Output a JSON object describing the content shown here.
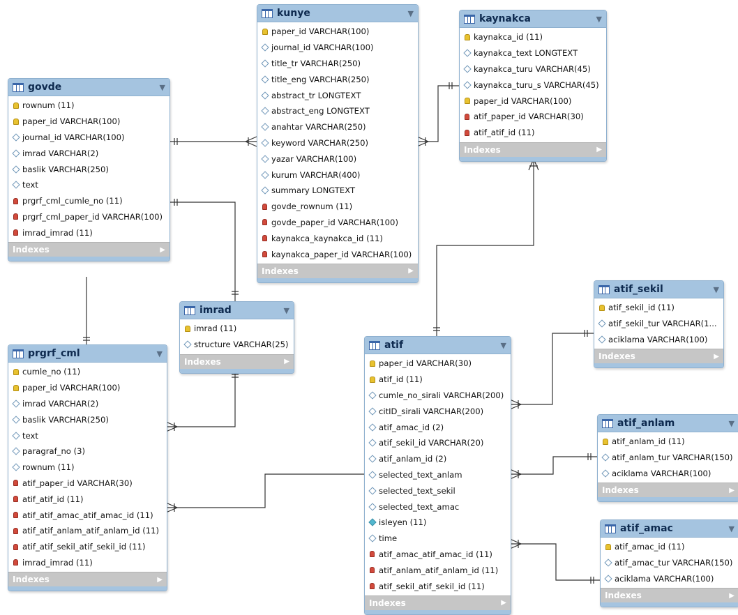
{
  "indexes_label": "Indexes",
  "tables": [
    {
      "name": "kunye",
      "columns": [
        {
          "text": "paper_id VARCHAR(100)",
          "icon": "pk"
        },
        {
          "text": "journal_id VARCHAR(100)",
          "icon": "col"
        },
        {
          "text": "title_tr VARCHAR(250)",
          "icon": "col"
        },
        {
          "text": "title_eng VARCHAR(250)",
          "icon": "col"
        },
        {
          "text": "abstract_tr LONGTEXT",
          "icon": "col"
        },
        {
          "text": "abstract_eng LONGTEXT",
          "icon": "col"
        },
        {
          "text": "anahtar VARCHAR(250)",
          "icon": "col"
        },
        {
          "text": "keyword VARCHAR(250)",
          "icon": "col"
        },
        {
          "text": "yazar VARCHAR(100)",
          "icon": "col"
        },
        {
          "text": "kurum VARCHAR(400)",
          "icon": "col"
        },
        {
          "text": "summary LONGTEXT",
          "icon": "col"
        },
        {
          "text": "govde_rownum (11)",
          "icon": "fk"
        },
        {
          "text": "govde_paper_id VARCHAR(100)",
          "icon": "fk"
        },
        {
          "text": "kaynakca_kaynakca_id (11)",
          "icon": "fk"
        },
        {
          "text": "kaynakca_paper_id VARCHAR(100)",
          "icon": "fk"
        }
      ]
    },
    {
      "name": "kaynakca",
      "columns": [
        {
          "text": "kaynakca_id (11)",
          "icon": "pk"
        },
        {
          "text": "kaynakca_text LONGTEXT",
          "icon": "col"
        },
        {
          "text": "kaynakca_turu VARCHAR(45)",
          "icon": "col"
        },
        {
          "text": "kaynakca_turu_s VARCHAR(45)",
          "icon": "col"
        },
        {
          "text": "paper_id VARCHAR(100)",
          "icon": "pk"
        },
        {
          "text": "atif_paper_id VARCHAR(30)",
          "icon": "fk"
        },
        {
          "text": "atif_atif_id (11)",
          "icon": "fk"
        }
      ]
    },
    {
      "name": "govde",
      "columns": [
        {
          "text": "rownum (11)",
          "icon": "pk"
        },
        {
          "text": "paper_id VARCHAR(100)",
          "icon": "pk"
        },
        {
          "text": "journal_id VARCHAR(100)",
          "icon": "col"
        },
        {
          "text": "imrad VARCHAR(2)",
          "icon": "col"
        },
        {
          "text": "baslik VARCHAR(250)",
          "icon": "col"
        },
        {
          "text": "text",
          "icon": "col"
        },
        {
          "text": "prgrf_cml_cumle_no (11)",
          "icon": "fk"
        },
        {
          "text": "prgrf_cml_paper_id VARCHAR(100)",
          "icon": "fk"
        },
        {
          "text": "imrad_imrad (11)",
          "icon": "fk"
        }
      ]
    },
    {
      "name": "imrad",
      "columns": [
        {
          "text": "imrad (11)",
          "icon": "pk"
        },
        {
          "text": "structure VARCHAR(25)",
          "icon": "col"
        }
      ]
    },
    {
      "name": "prgrf_cml",
      "columns": [
        {
          "text": "cumle_no (11)",
          "icon": "pk"
        },
        {
          "text": "paper_id VARCHAR(100)",
          "icon": "pk"
        },
        {
          "text": "imrad VARCHAR(2)",
          "icon": "col"
        },
        {
          "text": "baslik VARCHAR(250)",
          "icon": "col"
        },
        {
          "text": "text",
          "icon": "col"
        },
        {
          "text": "paragraf_no (3)",
          "icon": "col"
        },
        {
          "text": "rownum (11)",
          "icon": "col"
        },
        {
          "text": "atif_paper_id VARCHAR(30)",
          "icon": "fk"
        },
        {
          "text": "atif_atif_id (11)",
          "icon": "fk"
        },
        {
          "text": "atif_atif_amac_atif_amac_id (11)",
          "icon": "fk"
        },
        {
          "text": "atif_atif_anlam_atif_anlam_id (11)",
          "icon": "fk"
        },
        {
          "text": "atif_atif_sekil_atif_sekil_id (11)",
          "icon": "fk"
        },
        {
          "text": "imrad_imrad (11)",
          "icon": "fk"
        }
      ]
    },
    {
      "name": "atif",
      "columns": [
        {
          "text": "paper_id VARCHAR(30)",
          "icon": "pk"
        },
        {
          "text": "atif_id (11)",
          "icon": "pk"
        },
        {
          "text": "cumle_no_sirali VARCHAR(200)",
          "icon": "col"
        },
        {
          "text": "citID_sirali VARCHAR(200)",
          "icon": "col"
        },
        {
          "text": "atif_amac_id (2)",
          "icon": "col"
        },
        {
          "text": "atif_sekil_id VARCHAR(20)",
          "icon": "col"
        },
        {
          "text": "atif_anlam_id (2)",
          "icon": "col"
        },
        {
          "text": "selected_text_anlam",
          "icon": "col"
        },
        {
          "text": "selected_text_sekil",
          "icon": "col"
        },
        {
          "text": "selected_text_amac",
          "icon": "col"
        },
        {
          "text": "isleyen (11)",
          "icon": "col-filled"
        },
        {
          "text": "time",
          "icon": "col"
        },
        {
          "text": "atif_amac_atif_amac_id (11)",
          "icon": "fk"
        },
        {
          "text": "atif_anlam_atif_anlam_id (11)",
          "icon": "fk"
        },
        {
          "text": "atif_sekil_atif_sekil_id (11)",
          "icon": "fk"
        }
      ]
    },
    {
      "name": "atif_sekil",
      "columns": [
        {
          "text": "atif_sekil_id (11)",
          "icon": "pk"
        },
        {
          "text": "atif_sekil_tur VARCHAR(1...",
          "icon": "col"
        },
        {
          "text": "aciklama VARCHAR(100)",
          "icon": "col"
        }
      ]
    },
    {
      "name": "atif_anlam",
      "columns": [
        {
          "text": "atif_anlam_id (11)",
          "icon": "pk"
        },
        {
          "text": "atif_anlam_tur VARCHAR(150)",
          "icon": "col"
        },
        {
          "text": "aciklama VARCHAR(100)",
          "icon": "col"
        }
      ]
    },
    {
      "name": "atif_amac",
      "columns": [
        {
          "text": "atif_amac_id (11)",
          "icon": "pk"
        },
        {
          "text": "atif_amac_tur VARCHAR(150)",
          "icon": "col"
        },
        {
          "text": "aciklama VARCHAR(100)",
          "icon": "col"
        }
      ]
    }
  ]
}
